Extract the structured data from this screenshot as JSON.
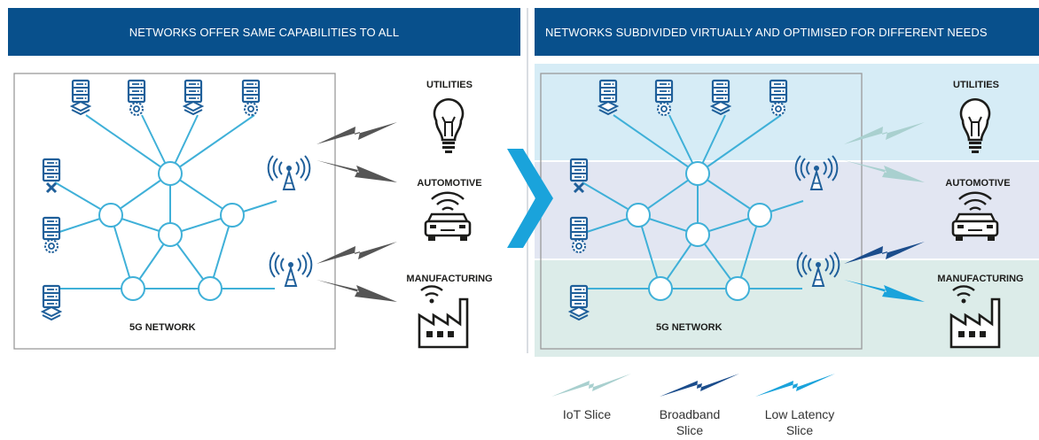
{
  "left_panel": {
    "header": "NETWORKS OFFER SAME CAPABILITIES TO ALL",
    "network_label": "5G NETWORK",
    "sectors": [
      "UTILITIES",
      "AUTOMOTIVE",
      "MANUFACTURING"
    ]
  },
  "right_panel": {
    "header": "NETWORKS SUBDIVIDED VIRTUALLY AND OPTIMISED FOR DIFFERENT NEEDS",
    "network_label": "5G NETWORK",
    "sectors": [
      "UTILITIES",
      "AUTOMOTIVE",
      "MANUFACTURING"
    ]
  },
  "legend": {
    "iot": "IoT Slice",
    "broadband_line1": "Broadband",
    "broadband_line2": "Slice",
    "low_latency_line1": "Low Latency",
    "low_latency_line2": "Slice"
  },
  "colors": {
    "header_bg": "#08508c",
    "network_line": "#3fb0d8",
    "icon_blue": "#1f5f9a",
    "bolt_gray": "#555555",
    "iot_slice": "#a9d0cf",
    "broadband_slice": "#1b4d8c",
    "low_latency_slice": "#1aa3db",
    "slice_band_top": "#d6ecf6",
    "slice_band_mid": "#e2e6f2",
    "slice_band_bottom": "#dcece9"
  }
}
